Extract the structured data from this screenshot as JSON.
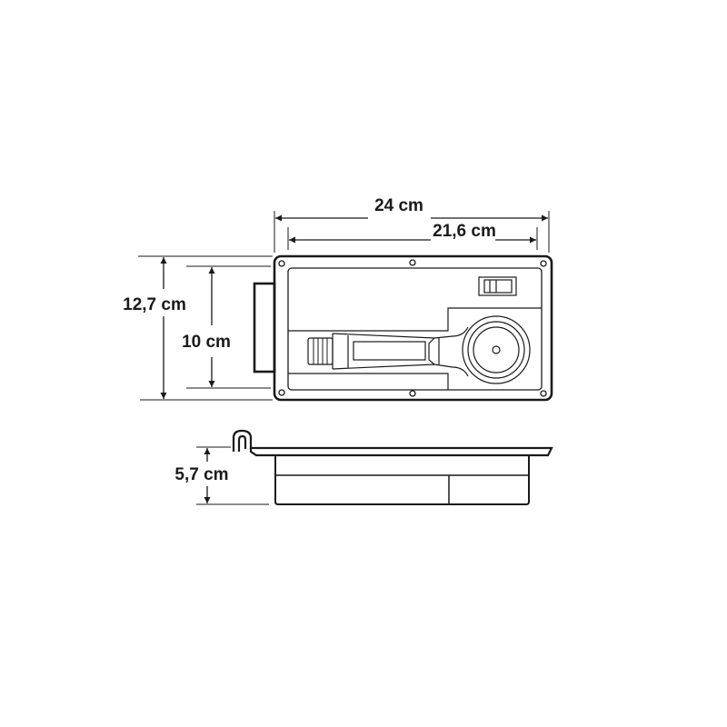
{
  "diagram": {
    "title": "",
    "colors": {
      "line": "#1a1a1a",
      "background": "#ffffff"
    },
    "views": {
      "top_view": {
        "name": "top-view-panel"
      },
      "side_view": {
        "name": "side-view-profile"
      }
    },
    "dimensions": {
      "outer_width": "24 cm",
      "inner_width": "21,6 cm",
      "outer_height": "12,7 cm",
      "inner_height": "10 cm",
      "depth": "5,7 cm"
    }
  }
}
